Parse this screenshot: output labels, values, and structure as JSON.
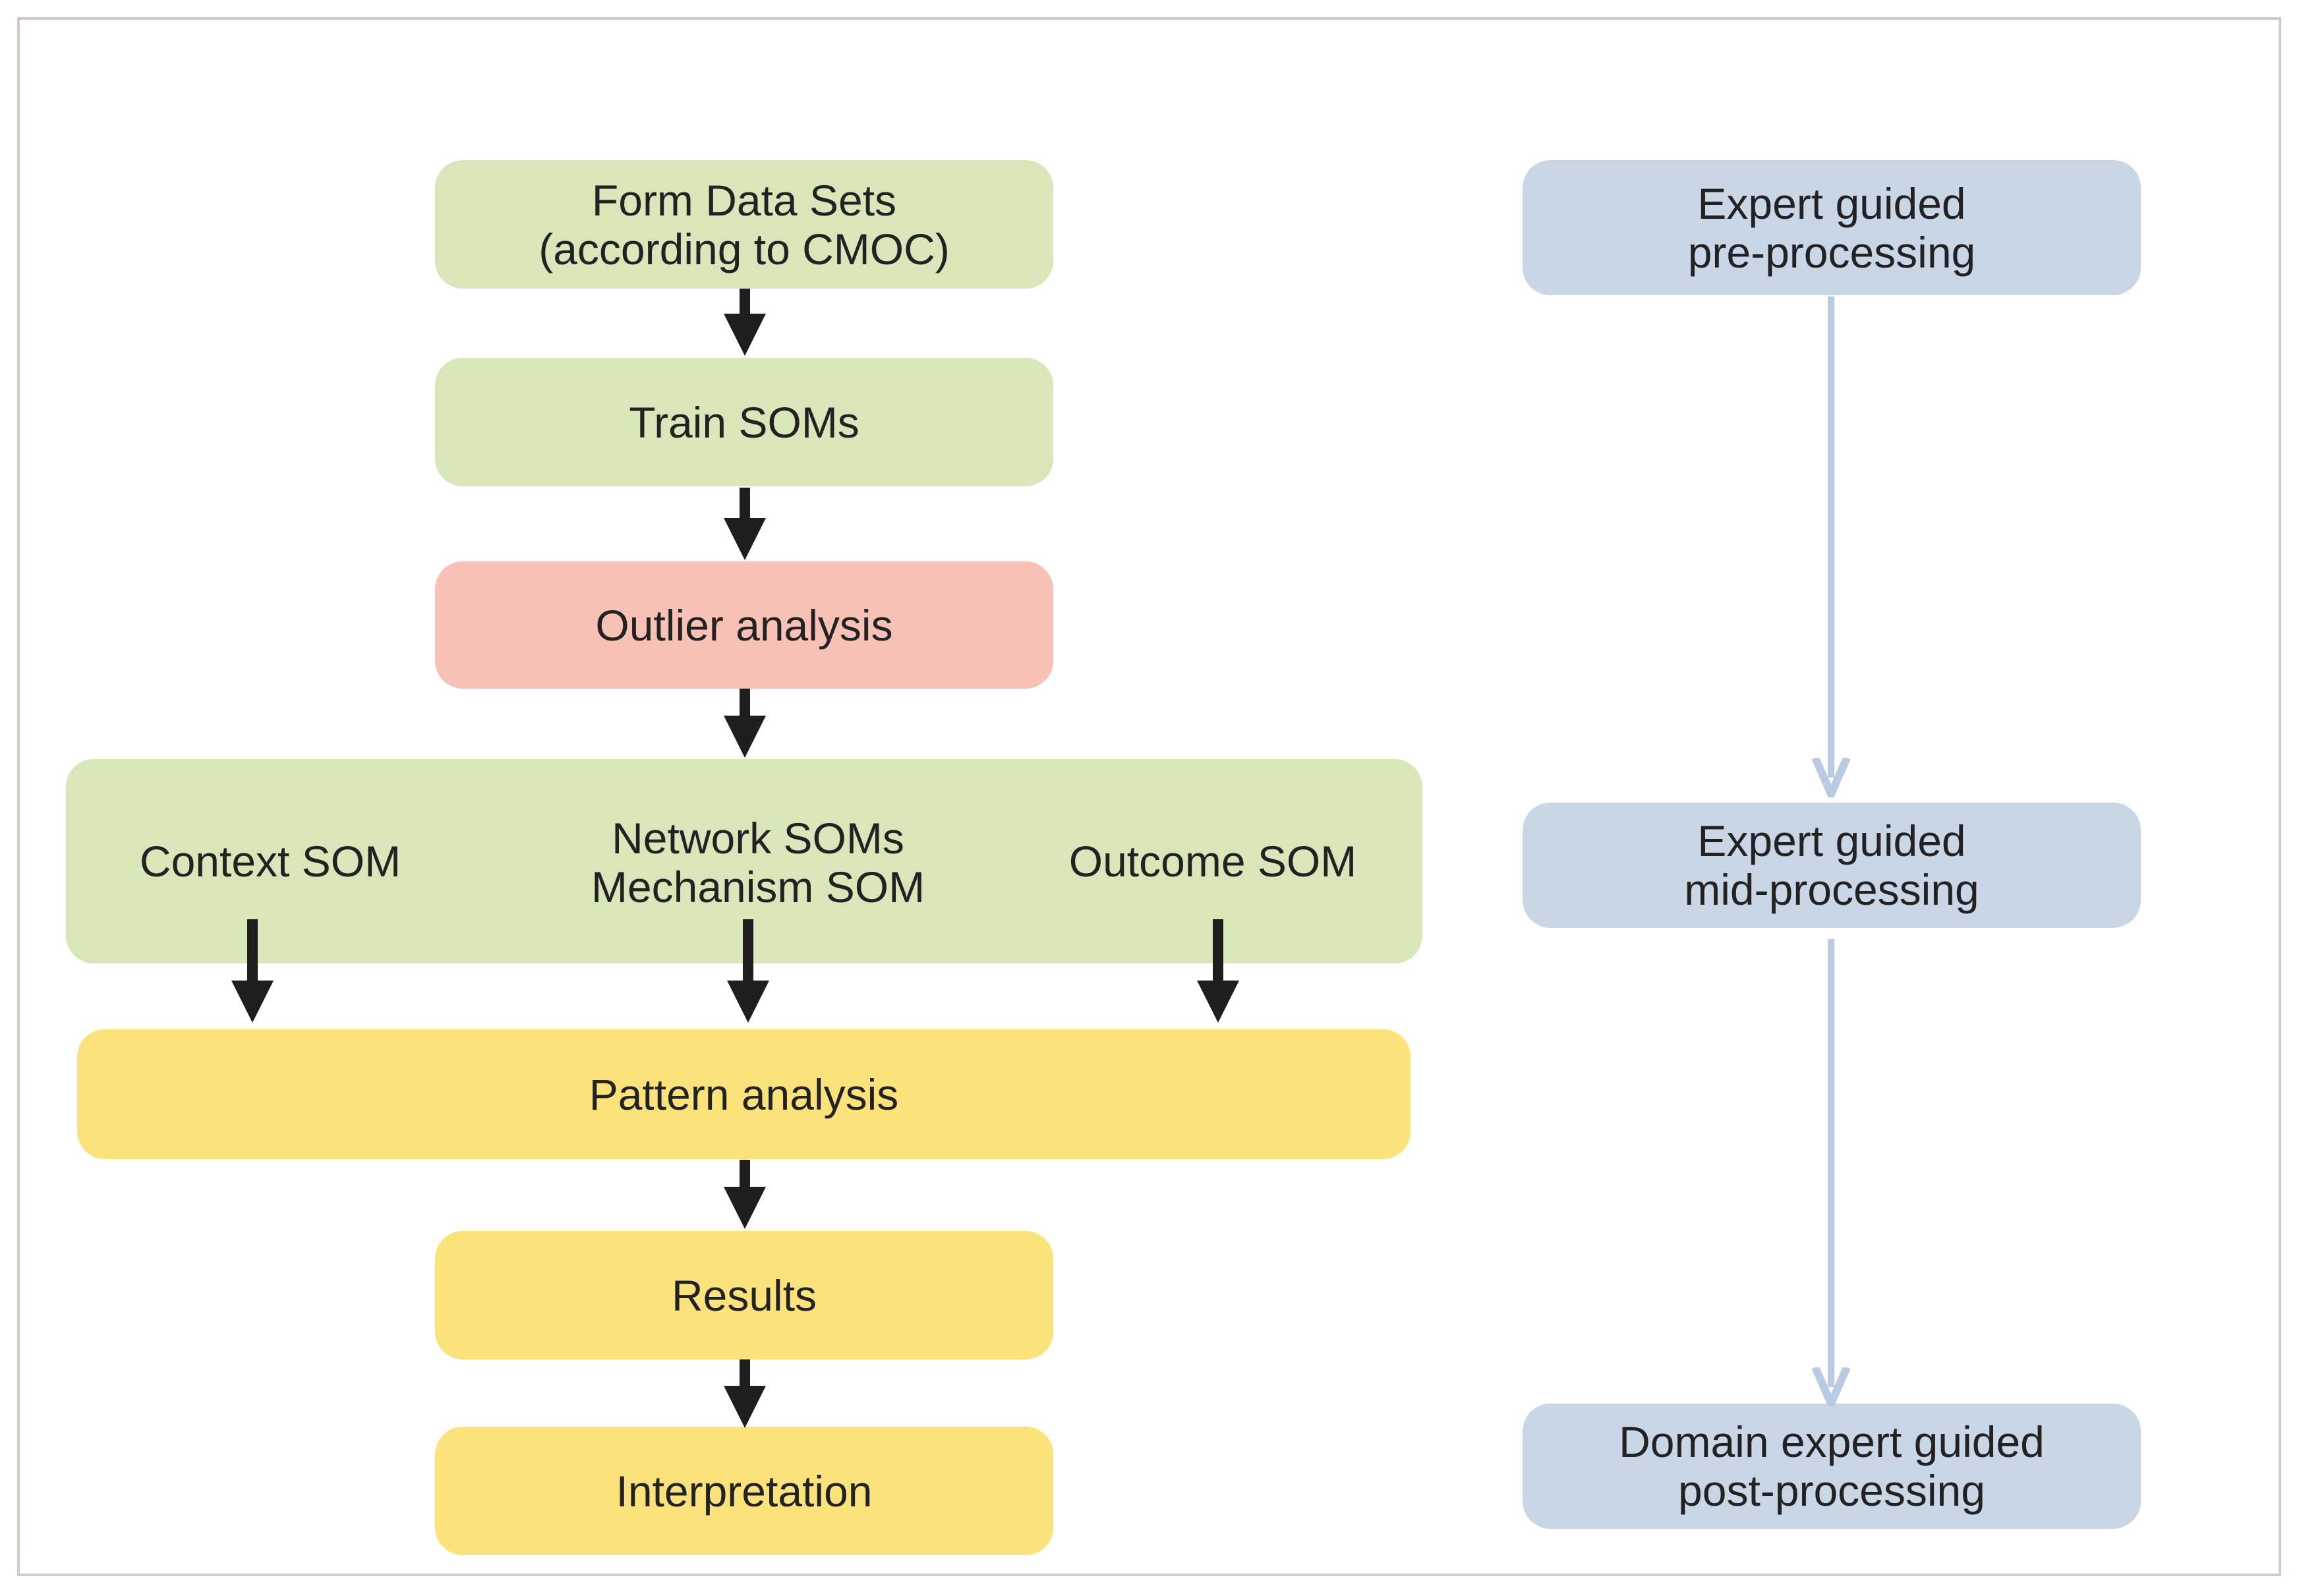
{
  "left_flow": {
    "form_data_sets": {
      "line1": "Form Data Sets",
      "line2": "(according to CMOC)"
    },
    "train_soms": "Train SOMs",
    "outlier_analysis": "Outlier analysis",
    "som_group": {
      "context_som": "Context SOM",
      "network_soms": "Network SOMs",
      "mechanism_som": "Mechanism SOM",
      "outcome_som": "Outcome SOM"
    },
    "pattern_analysis": "Pattern analysis",
    "results": "Results",
    "interpretation": "Interpretation"
  },
  "right_flow": {
    "pre_processing": {
      "line1": "Expert guided",
      "line2": "pre-processing"
    },
    "mid_processing": {
      "line1": "Expert guided",
      "line2": "mid-processing"
    },
    "post_processing": {
      "line1": "Domain expert guided",
      "line2": "post-processing"
    }
  },
  "colors": {
    "data_prep": "#d9e6b9",
    "outlier": "#f8c1b6",
    "analysis_output": "#fbe27a",
    "expert_steps": "#c9d6e6",
    "flow_arrow": "#1e1e1e",
    "expert_arrow": "#b9cbe2"
  }
}
